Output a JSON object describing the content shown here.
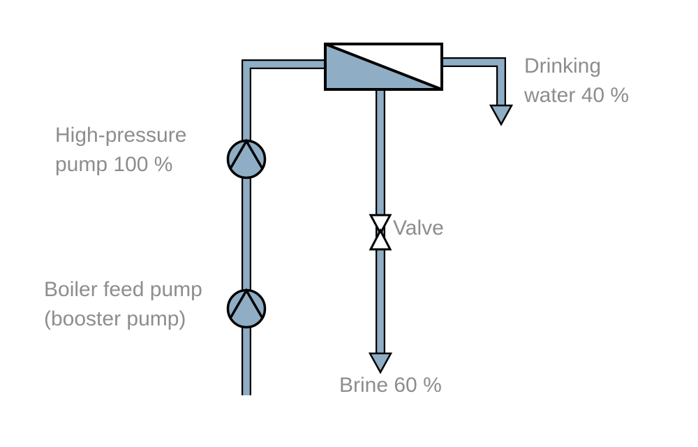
{
  "colors": {
    "pipe_fill": "#8FAEC5",
    "outline": "#000000",
    "label_text": "#8D8D8D",
    "background": "#FFFFFF",
    "membrane_body": "#FFFFFF"
  },
  "labels": {
    "high_pressure_pump": {
      "line1": "High-pressure",
      "line2": "pump 100 %"
    },
    "boiler_feed_pump": {
      "line1": "Boiler feed pump",
      "line2": "(booster pump)"
    },
    "drinking_water": {
      "line1": "Drinking",
      "line2": "water 40 %"
    },
    "valve": {
      "line1": "Valve"
    },
    "brine": {
      "line1": "Brine 60 %"
    }
  },
  "diagram": {
    "type": "process-flow",
    "components": [
      {
        "name": "membrane-module-symbol"
      },
      {
        "name": "high-pressure-pump-symbol"
      },
      {
        "name": "boiler-feed-pump-symbol"
      },
      {
        "name": "valve-symbol"
      },
      {
        "name": "feed-pipe"
      },
      {
        "name": "drinking-water-outlet-arrow",
        "share": "40 %"
      },
      {
        "name": "brine-outlet-arrow",
        "share": "60 %"
      },
      {
        "name": "pump-throughput",
        "share": "100 %"
      }
    ]
  }
}
